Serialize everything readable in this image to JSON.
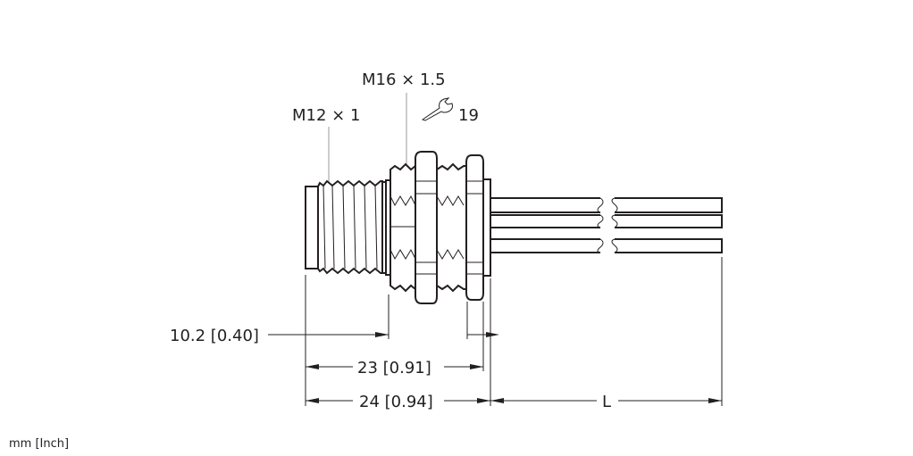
{
  "labels": {
    "thread_m12": "M12 × 1",
    "thread_m16": "M16 × 1.5",
    "wrench_size": "19",
    "dim_10_2": "10.2 [0.40]",
    "dim_23": "23 [0.91]",
    "dim_24": "24 [0.94]",
    "dim_L": "L",
    "units": "mm [Inch]"
  },
  "icons": {
    "wrench": "wrench-icon"
  }
}
